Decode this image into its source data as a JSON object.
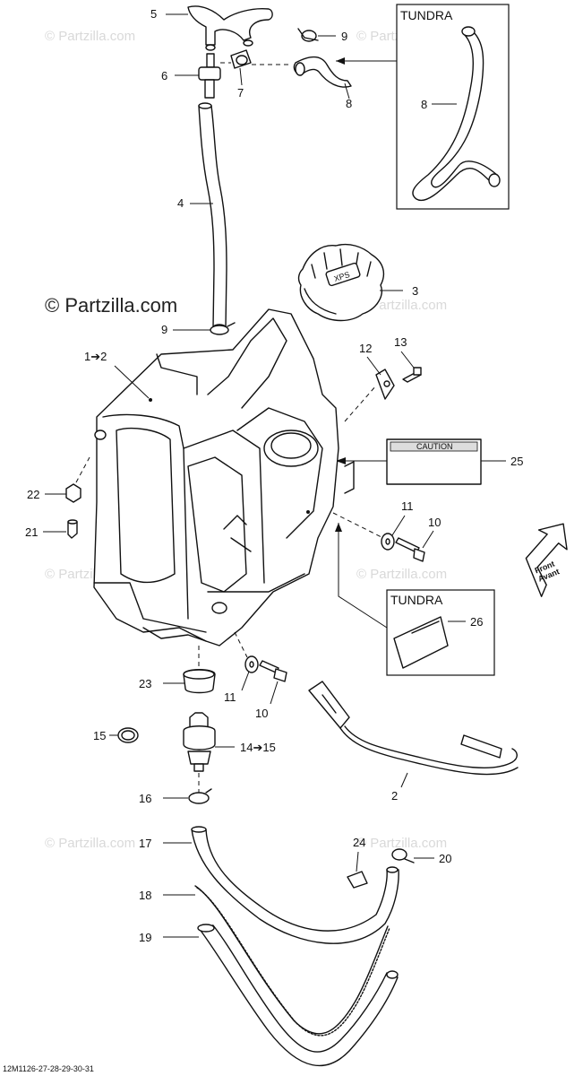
{
  "watermark": {
    "brand": "© Partzilla.com"
  },
  "labels": {
    "l5": "5",
    "l6": "6",
    "l7": "7",
    "l4": "4",
    "l9a": "9",
    "l9b": "9",
    "l8": "8",
    "l3": "3",
    "l12": "12",
    "l13": "13",
    "l1_2": "1➔2",
    "l25": "25",
    "l22": "22",
    "l21": "21",
    "l11a": "11",
    "l10a": "10",
    "l26": "26",
    "l23": "23",
    "l11b": "11",
    "l10b": "10",
    "l15": "15",
    "l14_15": "14➔15",
    "l2": "2",
    "l16": "16",
    "l17": "17",
    "l24": "24",
    "l20": "20",
    "l18": "18",
    "l19": "19",
    "l8box": "8"
  },
  "boxes": {
    "tundra_top": "TUNDRA",
    "tundra_mid": "TUNDRA"
  },
  "decals": {
    "caution": "CAUTION",
    "cap_logo": "XPS",
    "front_arrow_line1": "Front",
    "front_arrow_line2": "Avant"
  },
  "footer": {
    "code": "12M1126-27-28-29-30-31"
  }
}
